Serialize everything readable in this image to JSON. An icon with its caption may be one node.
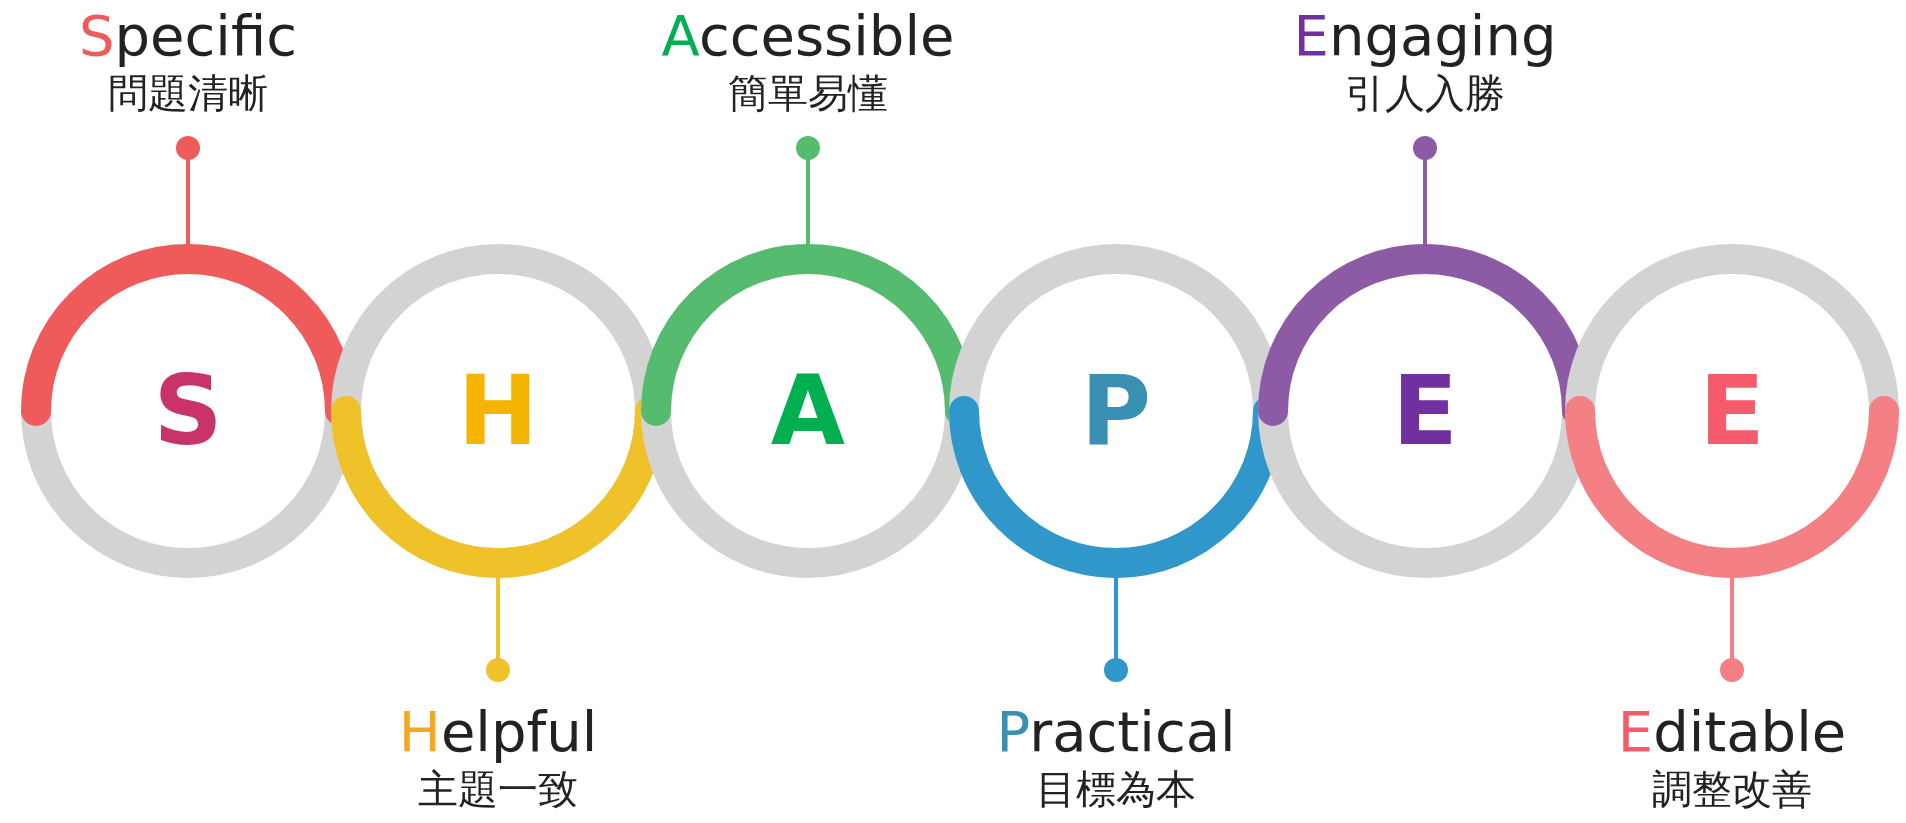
{
  "diagram": {
    "nodes": [
      {
        "text": [
          "Specific",
          "問題清晰"
        ]
      },
      {
        "text": [
          "Accessible",
          "簡單易懂"
        ]
      },
      {
        "text": [
          "Engaging",
          "引人入勝"
        ]
      },
      {
        "text": [
          "S"
        ]
      },
      {
        "text": [
          "H"
        ]
      },
      {
        "text": [
          "A"
        ]
      },
      {
        "text": [
          "P"
        ]
      },
      {
        "text": [
          "E"
        ]
      },
      {
        "text": [
          "E"
        ]
      },
      {
        "text": [
          "Helpful",
          "主題一致"
        ]
      },
      {
        "text": [
          "Practical",
          "目標為本"
        ]
      },
      {
        "text": [
          "Editable",
          "調整改善"
        ]
      }
    ],
    "edges": [
      {
        "from": 0,
        "to": 3,
        "arrow": "other",
        "color": "#ef5a5a"
      },
      {
        "from": 9,
        "to": 4,
        "arrow": "other",
        "color": "#f0c22a"
      },
      {
        "from": 1,
        "to": 5,
        "arrow": "other",
        "color": "#55bb6e"
      },
      {
        "from": 10,
        "to": 6,
        "arrow": "other",
        "color": "#2f97c9"
      },
      {
        "from": 2,
        "to": 7,
        "arrow": "other",
        "color": "#8d5ba6"
      },
      {
        "from": 11,
        "to": 8,
        "arrow": "other",
        "color": "#f47f84"
      }
    ]
  }
}
